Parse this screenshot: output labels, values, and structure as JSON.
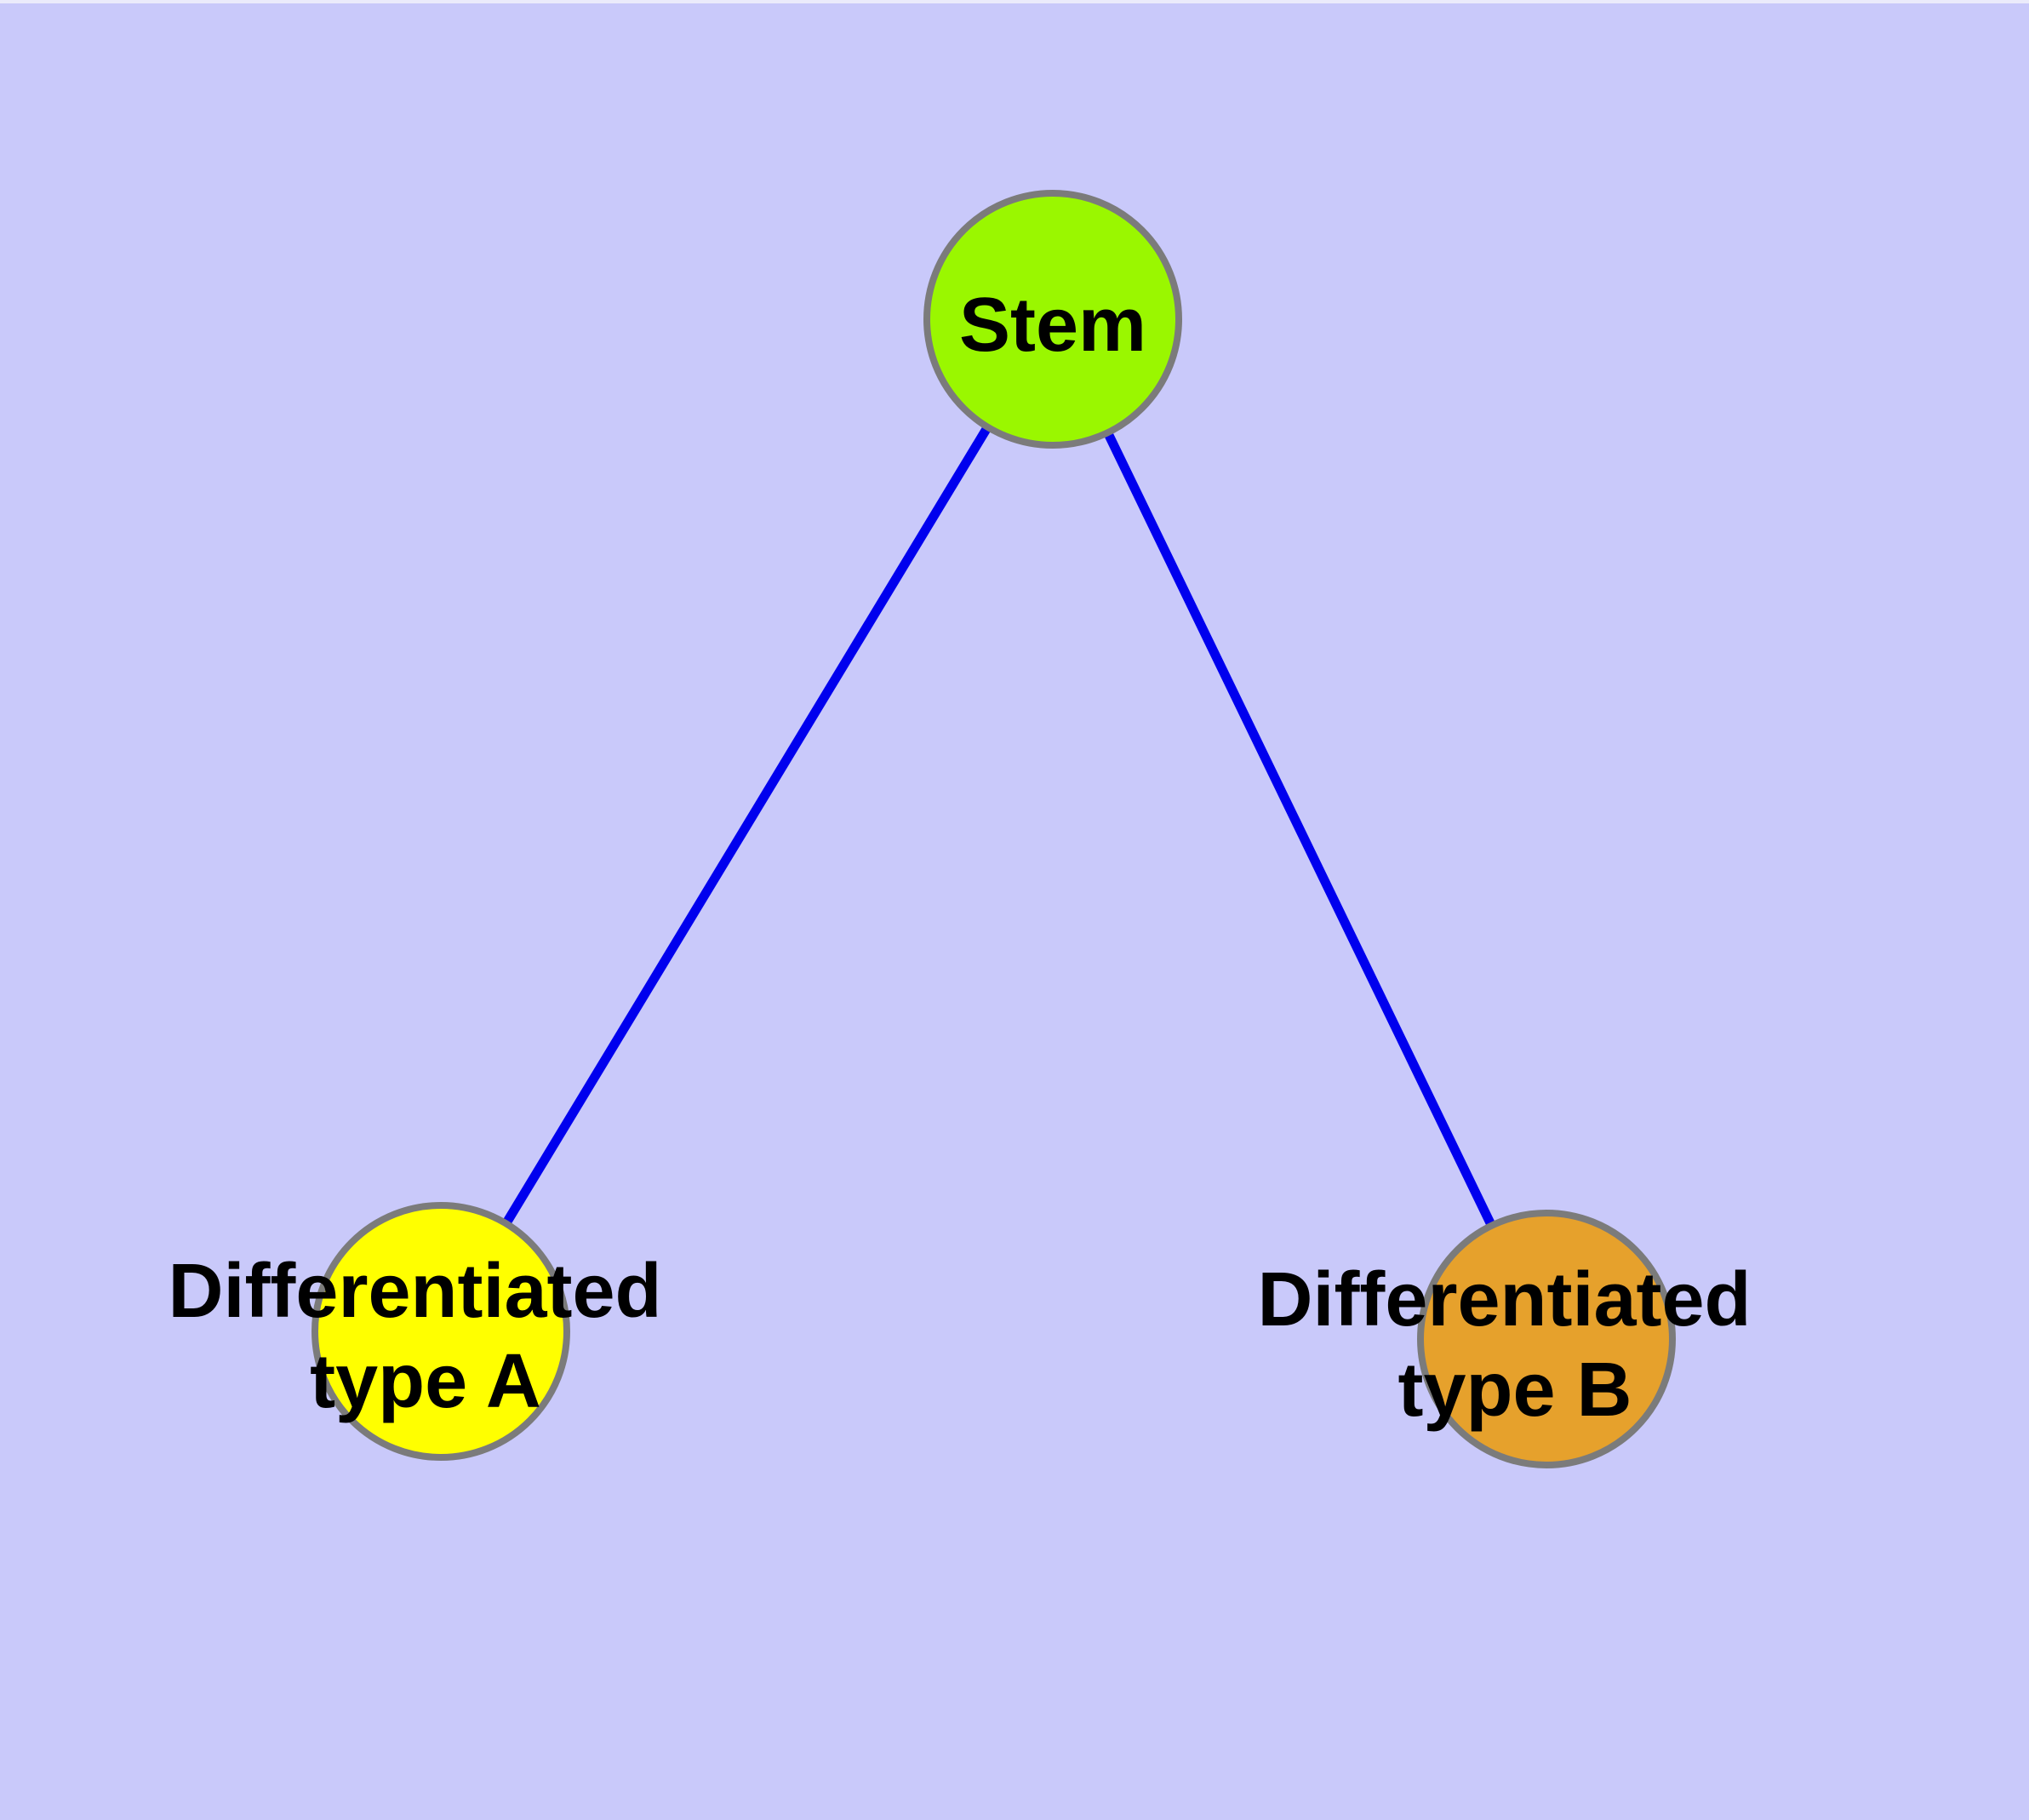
{
  "diagram": {
    "background_color": "#C9C9FA",
    "top_edge_color": "#EBEBFB",
    "edge_color": "#0000EE",
    "node_border_color": "#7B7B7B",
    "label_color": "#000000",
    "nodes": [
      {
        "id": "stem",
        "label": "Stem",
        "fill": "#9AF700",
        "shape": "circle"
      },
      {
        "id": "type-a",
        "label_line1": "Differentiated",
        "label_line2": "type A",
        "fill": "#FFFF00",
        "shape": "circle"
      },
      {
        "id": "type-b",
        "label_line1": "Differentiated",
        "label_line2": "type B",
        "fill": "#E6A12C",
        "shape": "circle"
      }
    ],
    "edges": [
      {
        "from": "Stem",
        "to": "Differentiated type A"
      },
      {
        "from": "Stem",
        "to": "Differentiated type B"
      }
    ]
  }
}
